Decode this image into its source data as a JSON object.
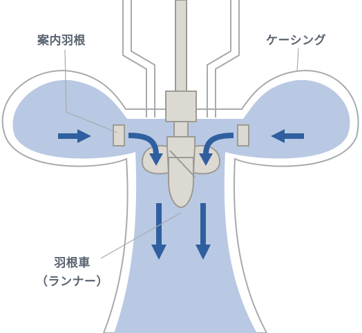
{
  "labels": {
    "guide_vane": "案内羽根",
    "casing": "ケーシング",
    "runner_line1": "羽根車",
    "runner_line2": "（ランナー）"
  },
  "colors": {
    "water": "#b9c9e3",
    "arrow": "#2f5f9f",
    "outline": "#a7a9ac",
    "metal_fill": "#dcd9d2",
    "metal_stroke": "#9d9a93",
    "text": "#5a6370"
  }
}
